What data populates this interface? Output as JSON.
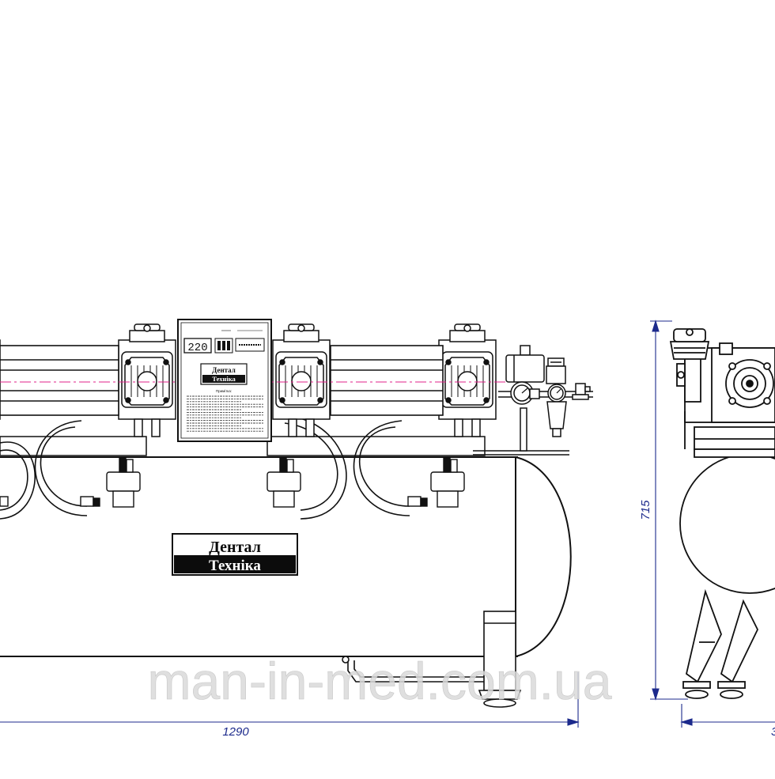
{
  "drawing": {
    "dimension_width": "1290",
    "dimension_height": "715",
    "dimension_depth_partial": "3",
    "display_value": "220",
    "panel_logo_line1": "Дентал",
    "panel_logo_line2": "Техніка",
    "panel_instructions_title": "Примітка:",
    "tank_logo_line1": "Дентал",
    "tank_logo_line2": "Техніка",
    "watermark": "man-in-med.com.ua"
  },
  "colors": {
    "line": "#111111",
    "centerline": "#e0208a",
    "dimension": "#1c2a8c",
    "watermark": "#d9d9d9",
    "logo_dark": "#0c0c0c"
  }
}
